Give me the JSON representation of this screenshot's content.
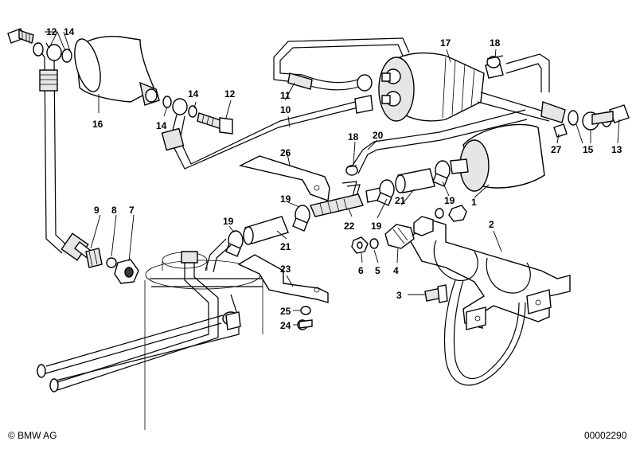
{
  "diagram": {
    "callouts": [
      {
        "id": "c12a",
        "label": "12"
      },
      {
        "id": "c14a",
        "label": "14"
      },
      {
        "id": "c16",
        "label": "16"
      },
      {
        "id": "c14b",
        "label": "14"
      },
      {
        "id": "c14c",
        "label": "14"
      },
      {
        "id": "c12b",
        "label": "12"
      },
      {
        "id": "c11",
        "label": "11"
      },
      {
        "id": "c10",
        "label": "10"
      },
      {
        "id": "c17",
        "label": "17"
      },
      {
        "id": "c18a",
        "label": "18"
      },
      {
        "id": "c26",
        "label": "26"
      },
      {
        "id": "c18b",
        "label": "18"
      },
      {
        "id": "c20",
        "label": "20"
      },
      {
        "id": "c27",
        "label": "27"
      },
      {
        "id": "c15",
        "label": "15"
      },
      {
        "id": "c13",
        "label": "13"
      },
      {
        "id": "c1",
        "label": "1"
      },
      {
        "id": "c9",
        "label": "9"
      },
      {
        "id": "c8",
        "label": "8"
      },
      {
        "id": "c7",
        "label": "7"
      },
      {
        "id": "c19a",
        "label": "19"
      },
      {
        "id": "c19b",
        "label": "19"
      },
      {
        "id": "c19c",
        "label": "19"
      },
      {
        "id": "c19d",
        "label": "19"
      },
      {
        "id": "c21a",
        "label": "21"
      },
      {
        "id": "c21b",
        "label": "21"
      },
      {
        "id": "c22",
        "label": "22"
      },
      {
        "id": "c2",
        "label": "2"
      },
      {
        "id": "c6",
        "label": "6"
      },
      {
        "id": "c5",
        "label": "5"
      },
      {
        "id": "c4",
        "label": "4"
      },
      {
        "id": "c23",
        "label": "23"
      },
      {
        "id": "c25",
        "label": "25"
      },
      {
        "id": "c24",
        "label": "24"
      },
      {
        "id": "c3",
        "label": "3"
      }
    ]
  },
  "footer": {
    "copyright": "© BMW AG",
    "diagram_number": "00002290"
  }
}
